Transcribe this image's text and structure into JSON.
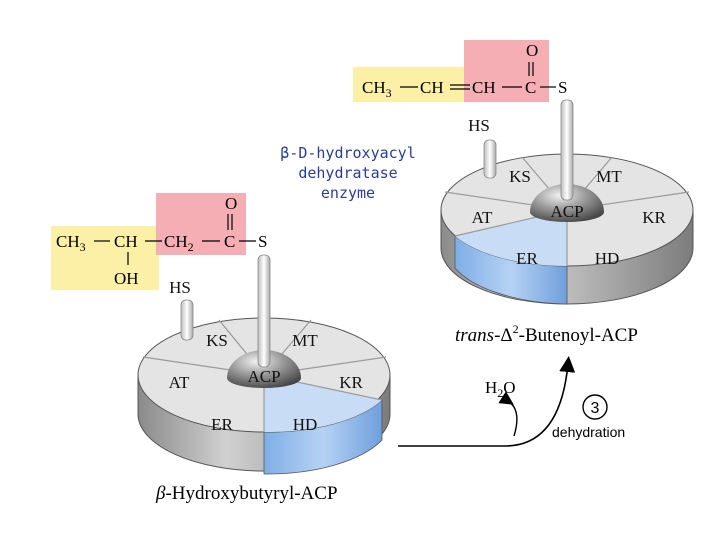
{
  "enzyme_label": {
    "line1": "β-D-hydroxyacyl",
    "line2": "dehydratase",
    "line3": "enzyme"
  },
  "left_complex": {
    "caption_prefix": "β",
    "caption": "-Hydroxybutyryl-ACP",
    "substrate": {
      "ch3": "CH",
      "ch3_sub": "3",
      "ch": "CH",
      "oh": "OH",
      "ch2": "CH",
      "ch2_sub": "2",
      "c": "C",
      "o": "O",
      "s": "S"
    },
    "hs": "HS",
    "domains": [
      "KS",
      "MT",
      "KR",
      "HD",
      "ER",
      "AT"
    ],
    "center": "ACP",
    "highlighted_domain": "HD"
  },
  "right_complex": {
    "caption_italic": "trans",
    "caption_delta": "-Δ",
    "caption_sup": "2",
    "caption_rest": "-Butenoyl-ACP",
    "substrate": {
      "ch3": "CH",
      "ch3_sub": "3",
      "ch_a": "CH",
      "ch_b": "CH",
      "c": "C",
      "o": "O",
      "s": "S"
    },
    "hs": "HS",
    "domains": [
      "KS",
      "MT",
      "KR",
      "HD",
      "ER",
      "AT"
    ],
    "center": "ACP",
    "highlighted_domain": "ER"
  },
  "reaction": {
    "water": "H",
    "water_sub": "2",
    "water_o": "O",
    "step_number": "3",
    "step_label": "dehydration"
  },
  "colors": {
    "enzyme_text": "#2a3aa6",
    "yellow_box": "#fbf0a6",
    "pink_box": "#f4aeb4",
    "highlight_top": "#c9dcf5",
    "highlight_side": "#8fb8ea",
    "disk_top": "#e4e4e4",
    "disk_side": "#a9a9a9"
  }
}
